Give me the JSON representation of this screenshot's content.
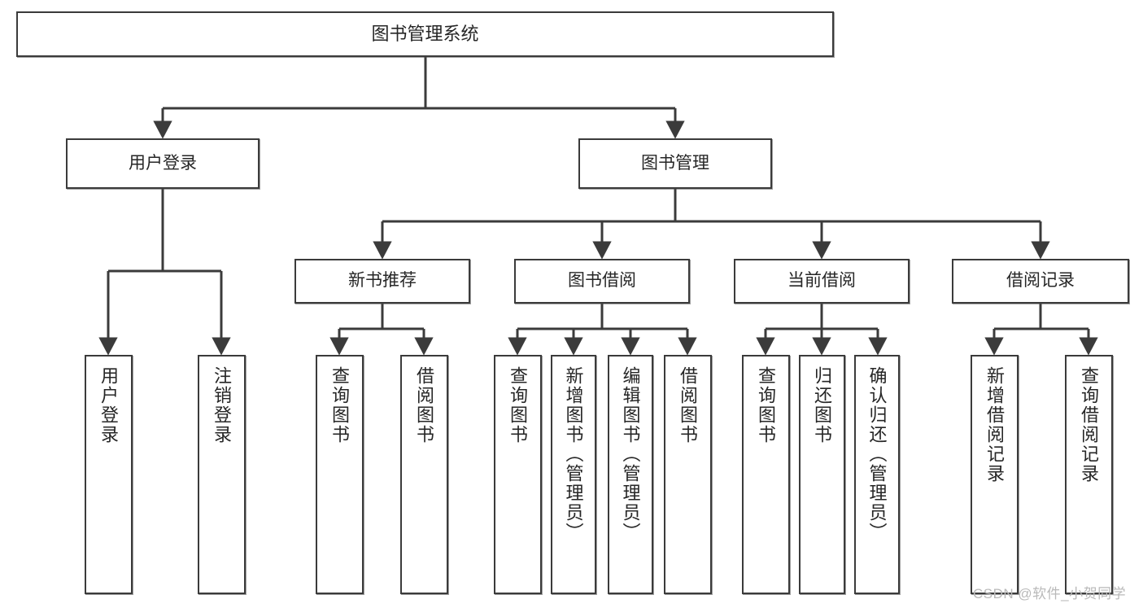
{
  "diagram": {
    "title": "图书管理系统",
    "type": "hierarchy-tree",
    "watermark": "CSDN @软件_小贺同学",
    "colors": {
      "node_border": "#3b3b3b",
      "node_fill": "#ffffff",
      "edge": "#3b3b3b",
      "text": "#262626",
      "watermark": "#b9b9b9",
      "background": "#ffffff"
    },
    "levels": {
      "root": {
        "label": "图书管理系统"
      },
      "level2": [
        {
          "label": "用户登录"
        },
        {
          "label": "图书管理"
        }
      ],
      "level3": [
        {
          "label": "新书推荐"
        },
        {
          "label": "图书借阅"
        },
        {
          "label": "当前借阅"
        },
        {
          "label": "借阅记录"
        }
      ],
      "leaves": {
        "user_login": [
          {
            "label": "用户登录"
          },
          {
            "label": "注销登录"
          }
        ],
        "new_book_recommend": [
          {
            "label": "查询图书"
          },
          {
            "label": "借阅图书"
          }
        ],
        "book_borrow": [
          {
            "label": "查询图书"
          },
          {
            "label": "新增图书（管理员）"
          },
          {
            "label": "编辑图书（管理员）"
          },
          {
            "label": "借阅图书"
          }
        ],
        "current_borrow": [
          {
            "label": "查询图书"
          },
          {
            "label": "归还图书"
          },
          {
            "label": "确认归还（管理员）"
          }
        ],
        "borrow_record": [
          {
            "label": "新增借阅记录"
          },
          {
            "label": "查询借阅记录"
          }
        ]
      }
    }
  }
}
